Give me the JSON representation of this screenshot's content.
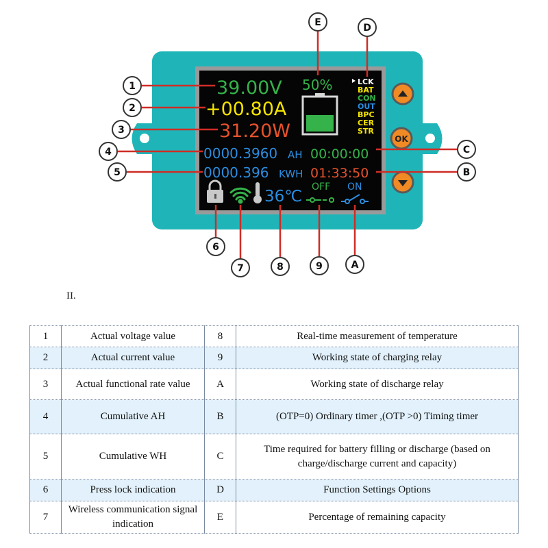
{
  "screen": {
    "voltage": "39.00V",
    "current": "+00.80A",
    "power": "31.20W",
    "capacity_ah": "0000.3960",
    "capacity_ah_unit": "AH",
    "energy": "0000.396",
    "energy_unit": "KWH",
    "timer_c": "00:00:00",
    "timer_b": "01:33:50",
    "battery_percent": "50%",
    "temperature": "36℃",
    "relay_charge_state": "OFF",
    "relay_discharge_state": "ON",
    "menu_items": [
      {
        "label": "LCK",
        "color": "#ffffff",
        "selected": true
      },
      {
        "label": "BAT",
        "color": "#f5e400"
      },
      {
        "label": "CON",
        "color": "#35b34a"
      },
      {
        "label": "OUT",
        "color": "#2b8de0"
      },
      {
        "label": "BPC",
        "color": "#f5e400"
      },
      {
        "label": "CER",
        "color": "#f5e400"
      },
      {
        "label": "STR",
        "color": "#f5e400"
      }
    ],
    "buttons": {
      "up": "up-arrow-icon",
      "ok": "OK",
      "down": "down-arrow-icon"
    }
  },
  "colors": {
    "device_body": "#1fb5b8",
    "screen_bg": "#050505",
    "voltage": "#35b34a",
    "current": "#f5e400",
    "power": "#e5522c",
    "ah": "#2b8de0",
    "button": "#f08a24",
    "callout": "#cf2d26"
  },
  "callouts": [
    "1",
    "2",
    "3",
    "4",
    "5",
    "6",
    "7",
    "8",
    "9",
    "A",
    "B",
    "C",
    "D",
    "E"
  ],
  "section_label": "II.",
  "legend_rows": [
    {
      "num": "1",
      "desc": "Actual voltage value",
      "key": "8",
      "meaning": "Real-time measurement of temperature",
      "shaded": false
    },
    {
      "num": "2",
      "desc": "Actual current value",
      "key": "9",
      "meaning": "Working state of charging relay",
      "shaded": true
    },
    {
      "num": "3",
      "desc": "Actual functional rate value",
      "key": "A",
      "meaning": "Working state of discharge relay",
      "shaded": false
    },
    {
      "num": "4",
      "desc": "Cumulative AH",
      "key": "B",
      "meaning": "(OTP=0) Ordinary timer ,(OTP >0) Timing timer",
      "shaded": true
    },
    {
      "num": "5",
      "desc": "Cumulative WH",
      "key": "C",
      "meaning": "Time required for battery filling or discharge (based on charge/discharge current and capacity)",
      "shaded": false
    },
    {
      "num": "6",
      "desc": "Press lock indication",
      "key": "D",
      "meaning": "Function Settings Options",
      "shaded": true
    },
    {
      "num": "7",
      "desc": "Wireless communication signal indication",
      "key": "E",
      "meaning": "Percentage of remaining capacity",
      "shaded": false
    }
  ]
}
